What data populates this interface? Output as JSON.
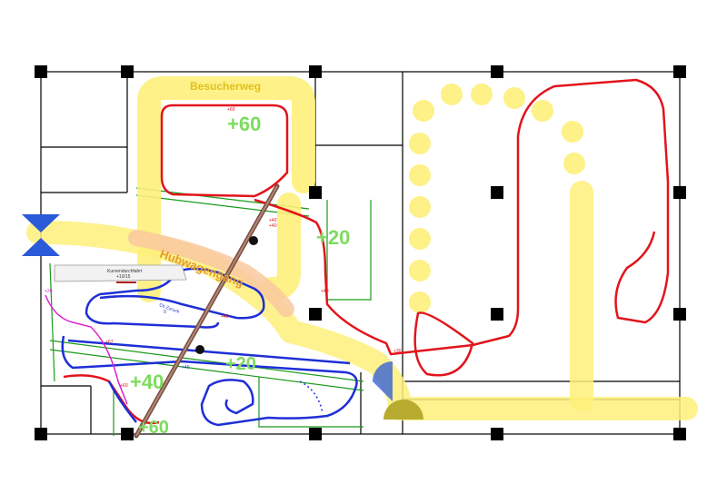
{
  "labels": {
    "besucherweg": "Besucherweg",
    "hubwagengang": "Hubwagengang",
    "lvl_60_top": "+60",
    "lvl_20_mid": "+20",
    "lvl_20_low": "+20",
    "lvl_40": "+40",
    "lvl_60_bottom": "+60",
    "tiny_60": "+60",
    "tiny_40a": "+40",
    "tiny_40b": "+40",
    "tiny_40c": "+40",
    "tiny_30": "+30",
    "tiny_20": "+20",
    "tiny_67": "+67",
    "tiny_40d": "+40",
    "tiny_40e": "+40",
    "tiny_60b": "+60",
    "station_line1": "Kurvendurchfahrt",
    "station_line2": "+10/15",
    "blue_note1": "Ch Zuruck",
    "blue_note2": "0"
  },
  "colors": {
    "visitor_path": "#fdf07a",
    "truck_aisle": "#f9c9a0",
    "coaster_red": "#e2141c",
    "coaster_blue": "#1e2fd6",
    "track_magenta": "#e020d0",
    "wall_green": "#1a9a1a",
    "level_text": "#7ddc5e",
    "pillar": "#000000",
    "entry_blue": "#2a5ad8",
    "beam": "#a07060"
  }
}
